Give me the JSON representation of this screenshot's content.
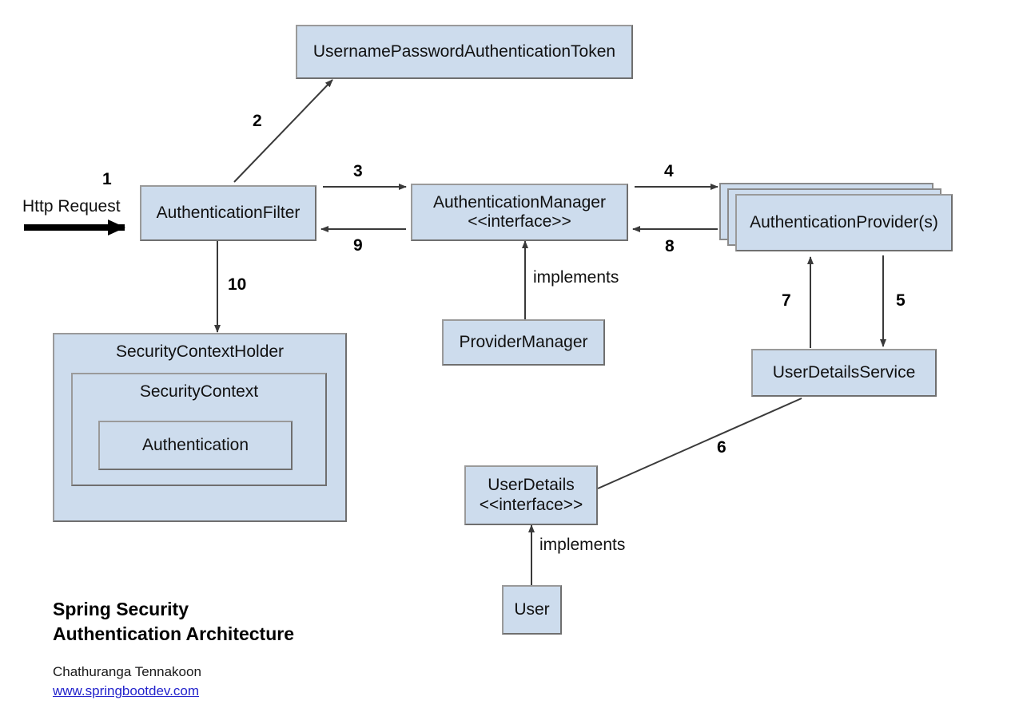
{
  "diagram": {
    "title_line1": "Spring Security",
    "title_line2": "Authentication Architecture",
    "author": "Chathuranga Tennakoon",
    "site": "www.springbootdev.com",
    "colors": {
      "box_fill": "#cddced",
      "box_border": "#8a8a8a",
      "link": "#2222cc",
      "arrow": "#3a3a3a",
      "background": "#ffffff"
    }
  },
  "nodes": {
    "token": {
      "label": "UsernamePasswordAuthenticationToken"
    },
    "filter": {
      "label": "AuthenticationFilter"
    },
    "manager": {
      "label": "AuthenticationManager\n<<interface>>"
    },
    "provider": {
      "label": "AuthenticationProvider(s)"
    },
    "provider_manager": {
      "label": "ProviderManager"
    },
    "user_details_service": {
      "label": "UserDetailsService"
    },
    "user_details": {
      "label": "UserDetails\n<<interface>>"
    },
    "user": {
      "label": "User"
    },
    "security_context_holder": {
      "label": "SecurityContextHolder"
    },
    "security_context": {
      "label": "SecurityContext"
    },
    "authentication": {
      "label": "Authentication"
    }
  },
  "edges": {
    "http_request": {
      "label": "Http Request",
      "step": "1"
    },
    "filter_to_token": {
      "step": "2"
    },
    "filter_to_manager": {
      "step": "3"
    },
    "manager_to_provider": {
      "step": "4"
    },
    "provider_to_uds": {
      "step": "5"
    },
    "userdetails_to_uds": {
      "step": "6"
    },
    "uds_to_provider": {
      "step": "7"
    },
    "provider_to_manager": {
      "step": "8"
    },
    "manager_to_filter": {
      "step": "9"
    },
    "filter_to_context_holder": {
      "step": "10"
    },
    "provider_manager_implements": {
      "label": "implements"
    },
    "user_implements": {
      "label": "implements"
    }
  }
}
